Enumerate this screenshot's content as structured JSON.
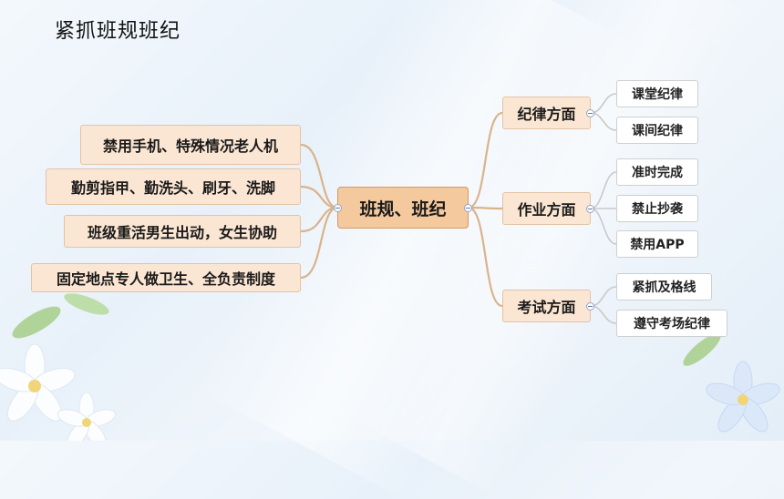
{
  "title": "紧抓班规班纪",
  "center": "班规、班纪",
  "left_topics": [
    "禁用手机、特殊情况老人机",
    "勤剪指甲、勤洗头、刷牙、洗脚",
    "班级重活男生出动，女生协助",
    "固定地点专人做卫生、全负责制度"
  ],
  "right_topics": [
    {
      "label": "纪律方面",
      "children": [
        "课堂纪律",
        "课间纪律"
      ]
    },
    {
      "label": "作业方面",
      "children": [
        "准时完成",
        "禁止抄袭",
        "禁用APP"
      ]
    },
    {
      "label": "考试方面",
      "children": [
        "紧抓及格线",
        "遵守考场纪律"
      ]
    }
  ],
  "colors": {
    "center_fill": "#f4c99e",
    "topic_fill": "#fbe6d3",
    "connector": "#d9b48b"
  }
}
